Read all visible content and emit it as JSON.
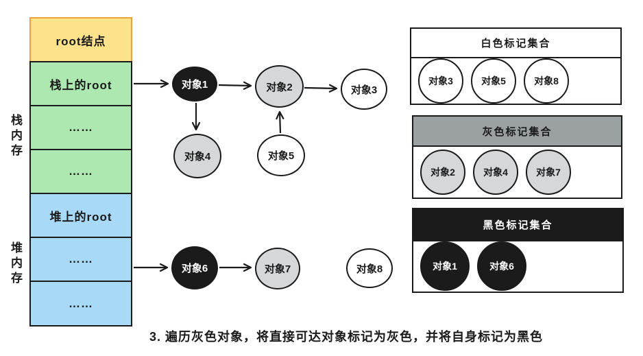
{
  "caption": "3. 遍历灰色对象，将直接可达对象标记为灰色，并将自身标记为黑色",
  "colors": {
    "root_cell_fill": "#FBE28B",
    "root_cell_border": "#E8A33D",
    "stack_cell_fill": "#ADE8B0",
    "heap_cell_fill": "#A8D9F7",
    "gray_node_fill": "#D5D7D9",
    "black_node_fill": "#1B1B1B",
    "gray_header_fill": "#9BA0A3",
    "stroke": "#1A1A1A"
  },
  "memory": {
    "stack_label": "栈内存",
    "heap_label": "堆内存",
    "cells": [
      {
        "label": "root结点",
        "type": "root"
      },
      {
        "label": "栈上的root",
        "type": "stack"
      },
      {
        "label": "……",
        "type": "stack"
      },
      {
        "label": "……",
        "type": "stack"
      },
      {
        "label": "堆上的root",
        "type": "heap"
      },
      {
        "label": "……",
        "type": "heap"
      },
      {
        "label": "……",
        "type": "heap"
      }
    ]
  },
  "graph": {
    "nodes": [
      {
        "label": "对象1",
        "color": "black"
      },
      {
        "label": "对象2",
        "color": "gray"
      },
      {
        "label": "对象3",
        "color": "white"
      },
      {
        "label": "对象4",
        "color": "gray"
      },
      {
        "label": "对象5",
        "color": "white"
      },
      {
        "label": "对象6",
        "color": "black"
      },
      {
        "label": "对象7",
        "color": "gray"
      },
      {
        "label": "对象8",
        "color": "white"
      }
    ],
    "edges": [
      "栈上的root→对象1",
      "对象1→对象2",
      "对象2→对象3",
      "对象1→对象4",
      "对象5→对象2",
      "堆上的root→对象6",
      "对象6→对象7"
    ]
  },
  "sets": [
    {
      "title": "白色标记集合",
      "color": "white",
      "members": [
        "对象3",
        "对象5",
        "对象8"
      ]
    },
    {
      "title": "灰色标记集合",
      "color": "gray",
      "members": [
        "对象2",
        "对象4",
        "对象7"
      ]
    },
    {
      "title": "黑色标记集合",
      "color": "black",
      "members": [
        "对象1",
        "对象6"
      ]
    }
  ]
}
